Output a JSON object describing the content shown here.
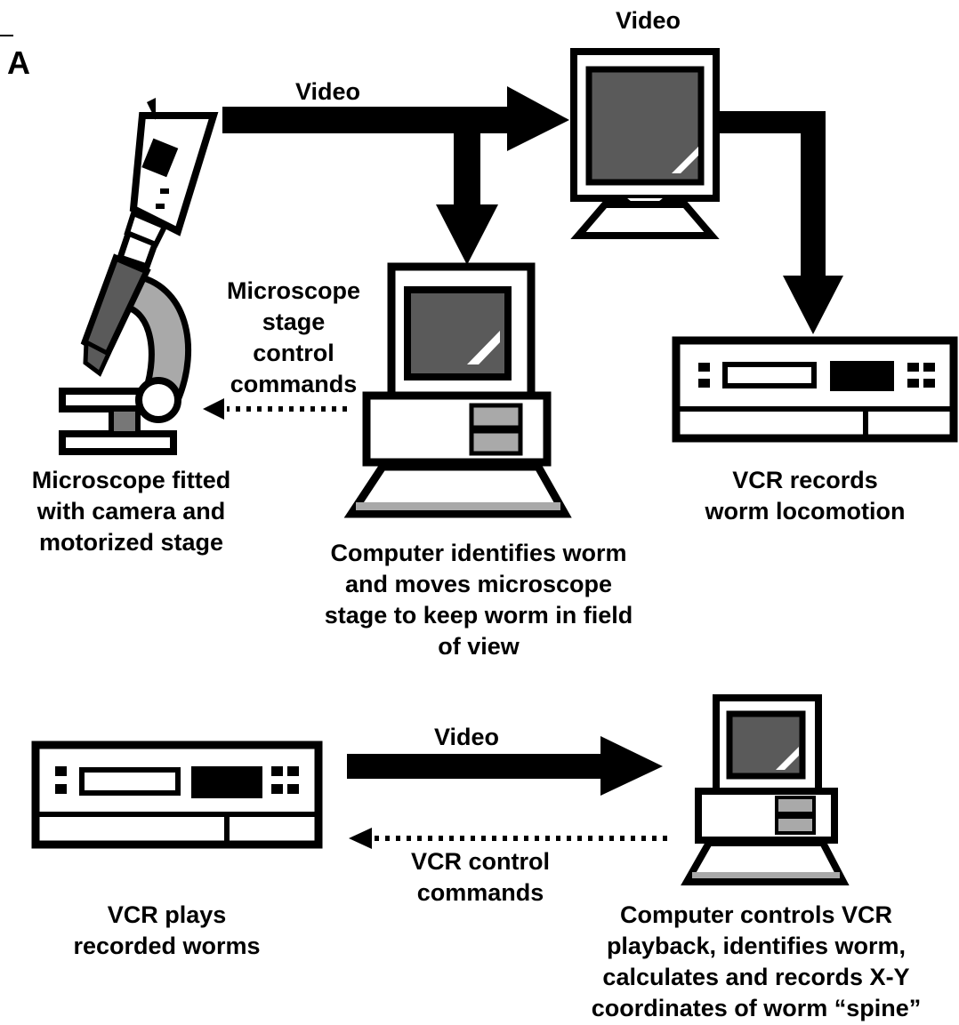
{
  "panel_label": "A",
  "labels": {
    "video_top": "Video",
    "video_right": "Video",
    "video_bottom": "Video",
    "stage_cmd": [
      "Microscope",
      "stage",
      "control",
      "commands"
    ],
    "microscope_caption": [
      "Microscope fitted",
      "with camera and",
      "motorized stage"
    ],
    "computer_top_caption": [
      "Computer identifies worm",
      "and moves microscope",
      "stage to keep worm in field",
      "of view"
    ],
    "vcr_top_caption": [
      "VCR records",
      "worm locomotion"
    ],
    "vcr_cmd": [
      "VCR control",
      "commands"
    ],
    "vcr_bottom_caption": [
      "VCR plays",
      "recorded worms"
    ],
    "computer_bottom_caption": [
      "Computer controls VCR",
      "playback, identifies worm,",
      "calculates and records X-Y",
      "coordinates of worm “spine”"
    ]
  },
  "icons": [
    "microscope-icon",
    "monitor-icon",
    "computer-icon",
    "vcr-icon"
  ],
  "colors": {
    "ink": "#000000",
    "gray": "#5a5a5a",
    "light_gray": "#a9a9a9",
    "white": "#ffffff"
  }
}
